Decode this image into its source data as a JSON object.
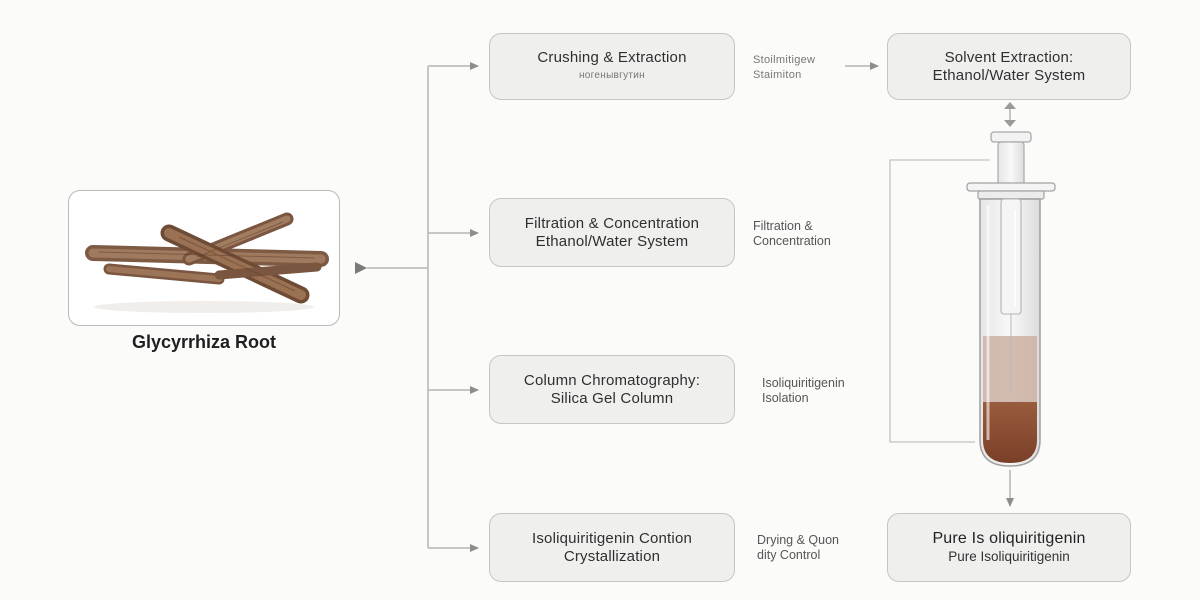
{
  "source": {
    "label": "Glycyrrhiza Root",
    "image_icon": "licorice-root-icon"
  },
  "steps": [
    {
      "line1": "Crushing & Extraction",
      "line2": "ногенывгутин",
      "side1": "Stoilmitigew",
      "side2": "Staimiton"
    },
    {
      "line1": "Filtration & Concentration",
      "line2": "Ethanol/Water System",
      "side1": "Filtration &",
      "side2": "Concentration"
    },
    {
      "line1": "Column Chromatography:",
      "line2": "Silica Gel Column",
      "side1": "Isoliquiritigenin",
      "side2": "Isolation"
    },
    {
      "line1": "Isoliquiritigenin Contion",
      "line2": "Crystallization",
      "side1": "Drying & Quon",
      "side2": "dity Control"
    }
  ],
  "solvent": {
    "line1": "Solvent Extraction:",
    "line2": "Ethanol/Water System"
  },
  "final": {
    "line1": "Pure Is oliquiritigenin",
    "line2": "Pure Isoliquiritigenin"
  },
  "apparatus_icon": "chromatography-column-icon",
  "colors": {
    "box_fill": "#efefee",
    "box_border": "#c6c6c4",
    "line": "#b5b5b3",
    "arrow": "#8d8d8b",
    "liquid_light": "#cdb2a2",
    "liquid_dark": "#8a4f35"
  }
}
